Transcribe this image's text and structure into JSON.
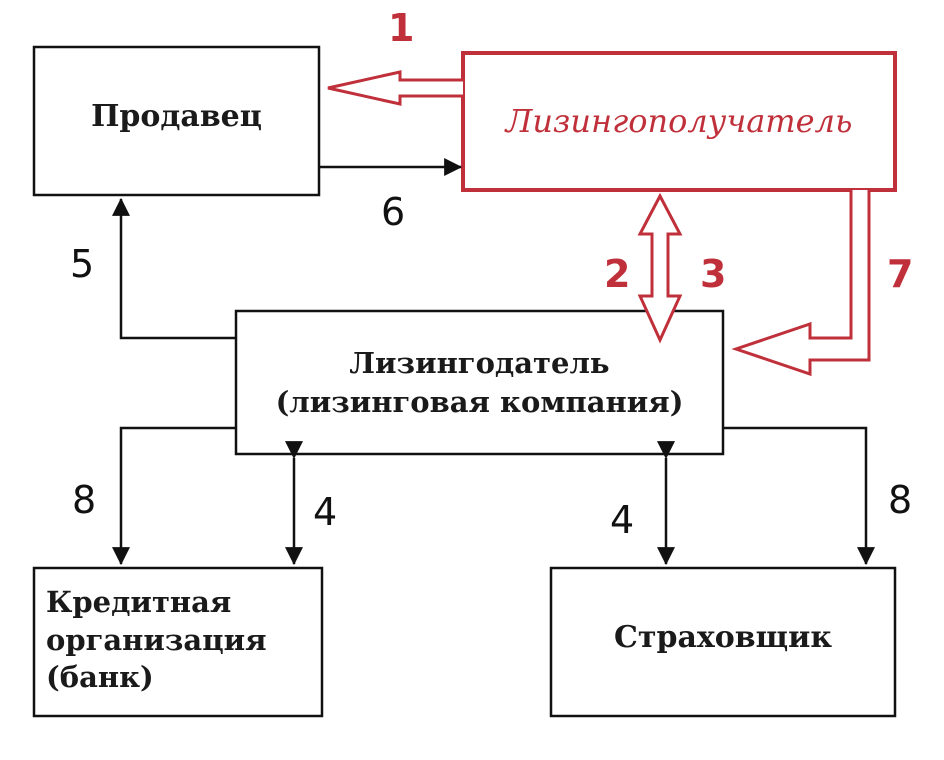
{
  "boxes": {
    "seller": "Продавец",
    "lessee": "Лизингополучатель",
    "lessor_line1": "Лизингодатель",
    "lessor_line2": "(лизинговая компания)",
    "bank_line1": "Кредитная",
    "bank_line2": "организация",
    "bank_line3": "(банк)",
    "insurer": "Страховщик"
  },
  "arrow_labels": {
    "a1": "1",
    "a2": "2",
    "a3": "3",
    "a4_left": "4",
    "a4_right": "4",
    "a5": "5",
    "a6": "6",
    "a7": "7",
    "a8_left": "8",
    "a8_right": "8"
  },
  "colors": {
    "accent_red": "#c0303a",
    "line": "#111111"
  }
}
